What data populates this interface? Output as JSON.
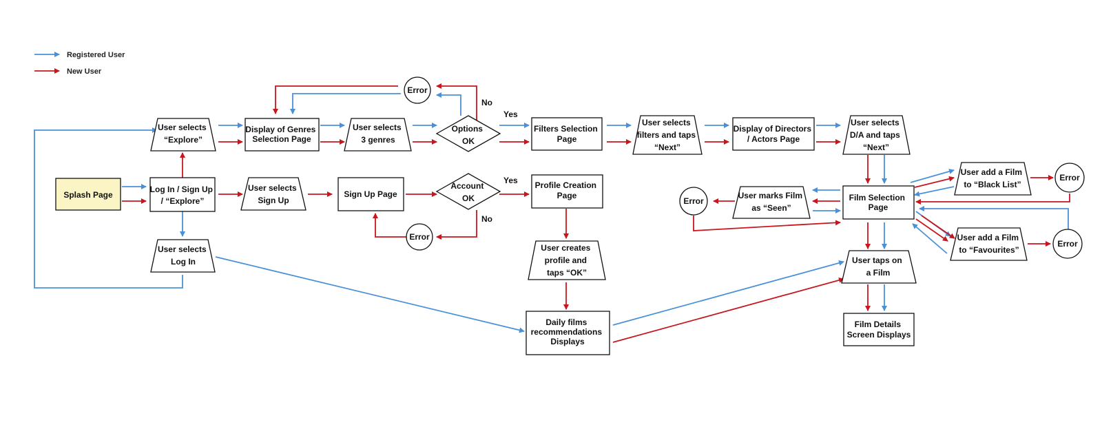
{
  "legend": {
    "items": [
      {
        "label": "Registered User",
        "color": "#4a90d9"
      },
      {
        "label": "New User",
        "color": "#c8161d"
      }
    ]
  },
  "colors": {
    "registered": "#4a90d9",
    "new": "#c8161d",
    "splash_fill": "#fbf5c6",
    "stroke": "#111111"
  },
  "nodes": {
    "splash": [
      "Splash Page"
    ],
    "login_signup": [
      "Log In / Sign Up",
      "/ “Explore”"
    ],
    "user_selects_explore": [
      "User selects",
      "“Explore”"
    ],
    "genres_page": [
      "Display of Genres",
      "Selection Page"
    ],
    "selects_3_genres": [
      "User selects",
      "3 genres"
    ],
    "options_ok": [
      "Options",
      "OK"
    ],
    "error_options": [
      "Error"
    ],
    "filters_page": [
      "Filters Selection",
      "Page"
    ],
    "selects_filters": [
      "User selects",
      "filters and taps",
      "“Next”"
    ],
    "directors_page": [
      "Display of Directors",
      "/ Actors Page"
    ],
    "selects_da": [
      "User selects",
      "D/A and taps",
      "“Next”"
    ],
    "user_selects_signup": [
      "User selects",
      "Sign Up"
    ],
    "signup_page": [
      "Sign Up Page"
    ],
    "account_ok": [
      "Account",
      "OK"
    ],
    "error_account": [
      "Error"
    ],
    "profile_creation": [
      "Profile Creation",
      "Page"
    ],
    "creates_profile": [
      "User creates",
      "profile and",
      "taps “OK”"
    ],
    "daily_films": [
      "Daily films",
      "recommendations",
      "Displays"
    ],
    "user_selects_login": [
      "User selects",
      "Log In"
    ],
    "film_selection": [
      "Film Selection",
      "Page"
    ],
    "marks_seen": [
      "User marks Film",
      "as “Seen”"
    ],
    "error_seen": [
      "Error"
    ],
    "add_blacklist": [
      "User add a Film",
      "to “Black List”"
    ],
    "error_blacklist": [
      "Error"
    ],
    "add_favourites": [
      "User add a Film",
      "to “Favourites”"
    ],
    "error_favourites": [
      "Error"
    ],
    "taps_film": [
      "User taps on",
      "a Film"
    ],
    "film_details": [
      "Film Details",
      "Screen Displays"
    ]
  },
  "edge_labels": {
    "options_yes": "Yes",
    "options_no": "No",
    "account_yes": "Yes",
    "account_no": "No"
  }
}
